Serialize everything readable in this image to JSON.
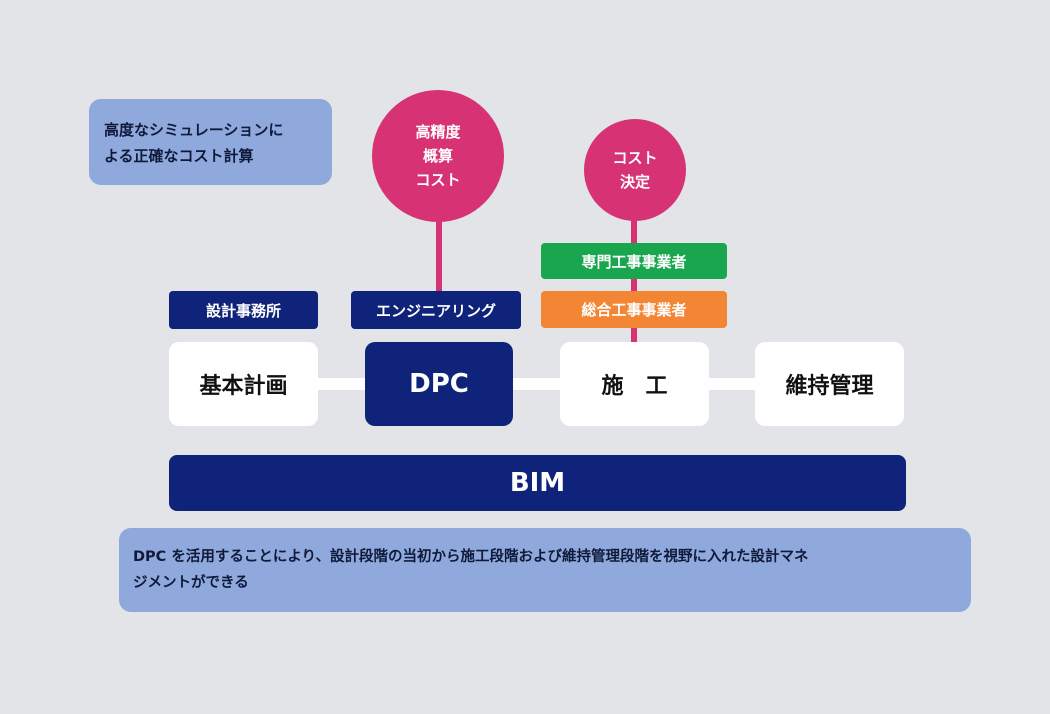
{
  "top_note": {
    "line1": "高度なシミュレーションに",
    "line2": "よる正確なコスト計算"
  },
  "circles": {
    "precision": [
      "高精度",
      "概算",
      "コスト"
    ],
    "decision": [
      "コスト",
      "決定"
    ]
  },
  "tags": {
    "design_office": "設計事務所",
    "engineering": "エンジニアリング",
    "specialty_contractor": "専門工事事業者",
    "general_contractor": "総合工事事業者"
  },
  "stages": {
    "basic_plan": "基本計画",
    "dpc": "DPC",
    "construction": "施　工",
    "maintenance": "維持管理"
  },
  "bim": {
    "label": "BIM"
  },
  "bottom_note": {
    "line1": "DPC を活用することにより、設計段階の当初から施工段階および維持管理段階を視野に入れた設計マネ",
    "line2": "ジメントができる"
  },
  "colors": {
    "navy": "#0f237a",
    "magenta": "#d63274",
    "green": "#1aa54f",
    "orange": "#f28634",
    "note_blue": "#8fa9dc",
    "background": "#e3e4e8"
  }
}
